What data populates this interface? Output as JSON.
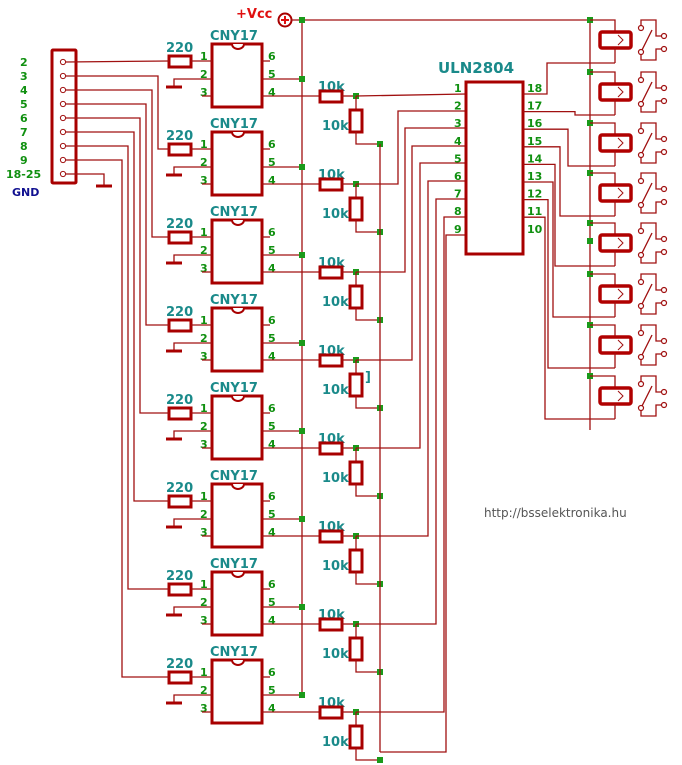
{
  "title": "CNY17 opto-isolated ULN2804 relay driver schematic",
  "supply_label": "+Vcc",
  "gnd_label": "GND",
  "connector": {
    "pins": [
      "2",
      "3",
      "4",
      "5",
      "6",
      "7",
      "8",
      "9",
      "18-25"
    ]
  },
  "optocoupler": {
    "part": "CNY17",
    "input_resistor": "220",
    "pin_labels": [
      "1",
      "2",
      "3",
      "6",
      "5",
      "4"
    ],
    "count": 8
  },
  "resistors": {
    "series": "10k",
    "pulldown": "10k"
  },
  "stray_mark": "]",
  "driver": {
    "part": "ULN2804",
    "left_pins": [
      "1",
      "2",
      "3",
      "4",
      "5",
      "6",
      "7",
      "8",
      "9"
    ],
    "right_pins": [
      "18",
      "17",
      "16",
      "15",
      "14",
      "13",
      "12",
      "11",
      "10"
    ]
  },
  "relays": {
    "count": 8
  },
  "watermark": "http://bsselektronika.hu",
  "colors": {
    "wire": "#a01010",
    "component": "#a80000",
    "junction": "#1a9a1a",
    "pin_text": "#109010",
    "label_text": "#1a8a8a",
    "vcc_text": "#e01010",
    "gnd_text": "#101090"
  }
}
